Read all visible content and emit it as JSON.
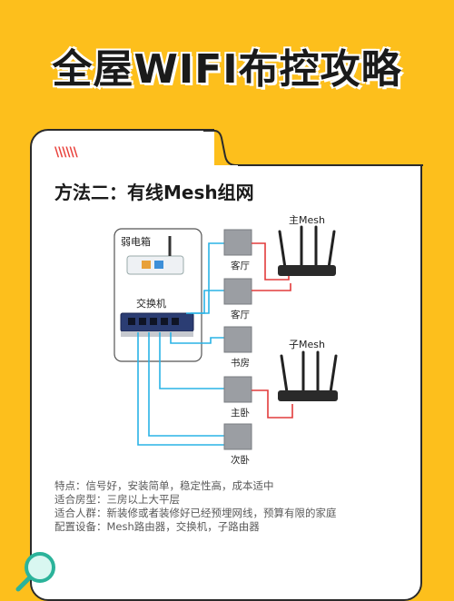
{
  "title": "全屋WIFI布控攻略",
  "method_title": "方法二：有线Mesh组网",
  "dashes": "\\\\\\\\\\\\",
  "diagram": {
    "weak_box_label": "弱电箱",
    "switch_label": "交换机",
    "main_mesh_label": "主Mesh",
    "sub_mesh_label": "子Mesh",
    "rooms": [
      "客厅",
      "客厅",
      "书房",
      "主卧",
      "次卧"
    ]
  },
  "notes": [
    "特点：信号好，安装简单，稳定性高，成本适中",
    "适合房型：三房以上大平层",
    "适合人群：新装修或者装修好已经预埋网线，预算有限的家庭",
    "配置设备：Mesh路由器，交换机，子路由器"
  ],
  "colors": {
    "background": "#fdbf1c",
    "blue_cable": "#2ab3e6",
    "red_cable": "#e23b3b",
    "panel": "#9b9ea3"
  }
}
